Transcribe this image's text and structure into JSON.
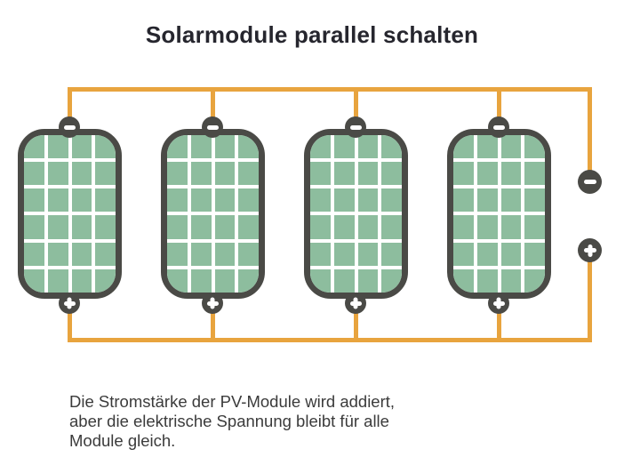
{
  "title": "Solarmodule parallel schalten",
  "caption": {
    "line1": "Die Stromstärke der PV-Module wird addiert,",
    "line2": "aber die elektrische Spannung bleibt für alle",
    "line3": "Module gleich."
  },
  "diagram": {
    "type": "parallel-circuit",
    "panels": [
      {
        "id": 1,
        "top_terminal": "−",
        "bottom_terminal": "+"
      },
      {
        "id": 2,
        "top_terminal": "−",
        "bottom_terminal": "+"
      },
      {
        "id": 3,
        "top_terminal": "−",
        "bottom_terminal": "+"
      },
      {
        "id": 4,
        "top_terminal": "−",
        "bottom_terminal": "+"
      }
    ],
    "grid": {
      "rows": 6,
      "cols": 4
    },
    "output_terminals": {
      "minus": "−",
      "plus": "+"
    },
    "colors": {
      "panel_green": "#8dbd9e",
      "frame_dark": "#4a4a46",
      "wire_orange": "#e8a43e",
      "grid_line_white": "#ffffff",
      "title_text": "#26262e",
      "caption_text": "#3b3b3b"
    }
  }
}
